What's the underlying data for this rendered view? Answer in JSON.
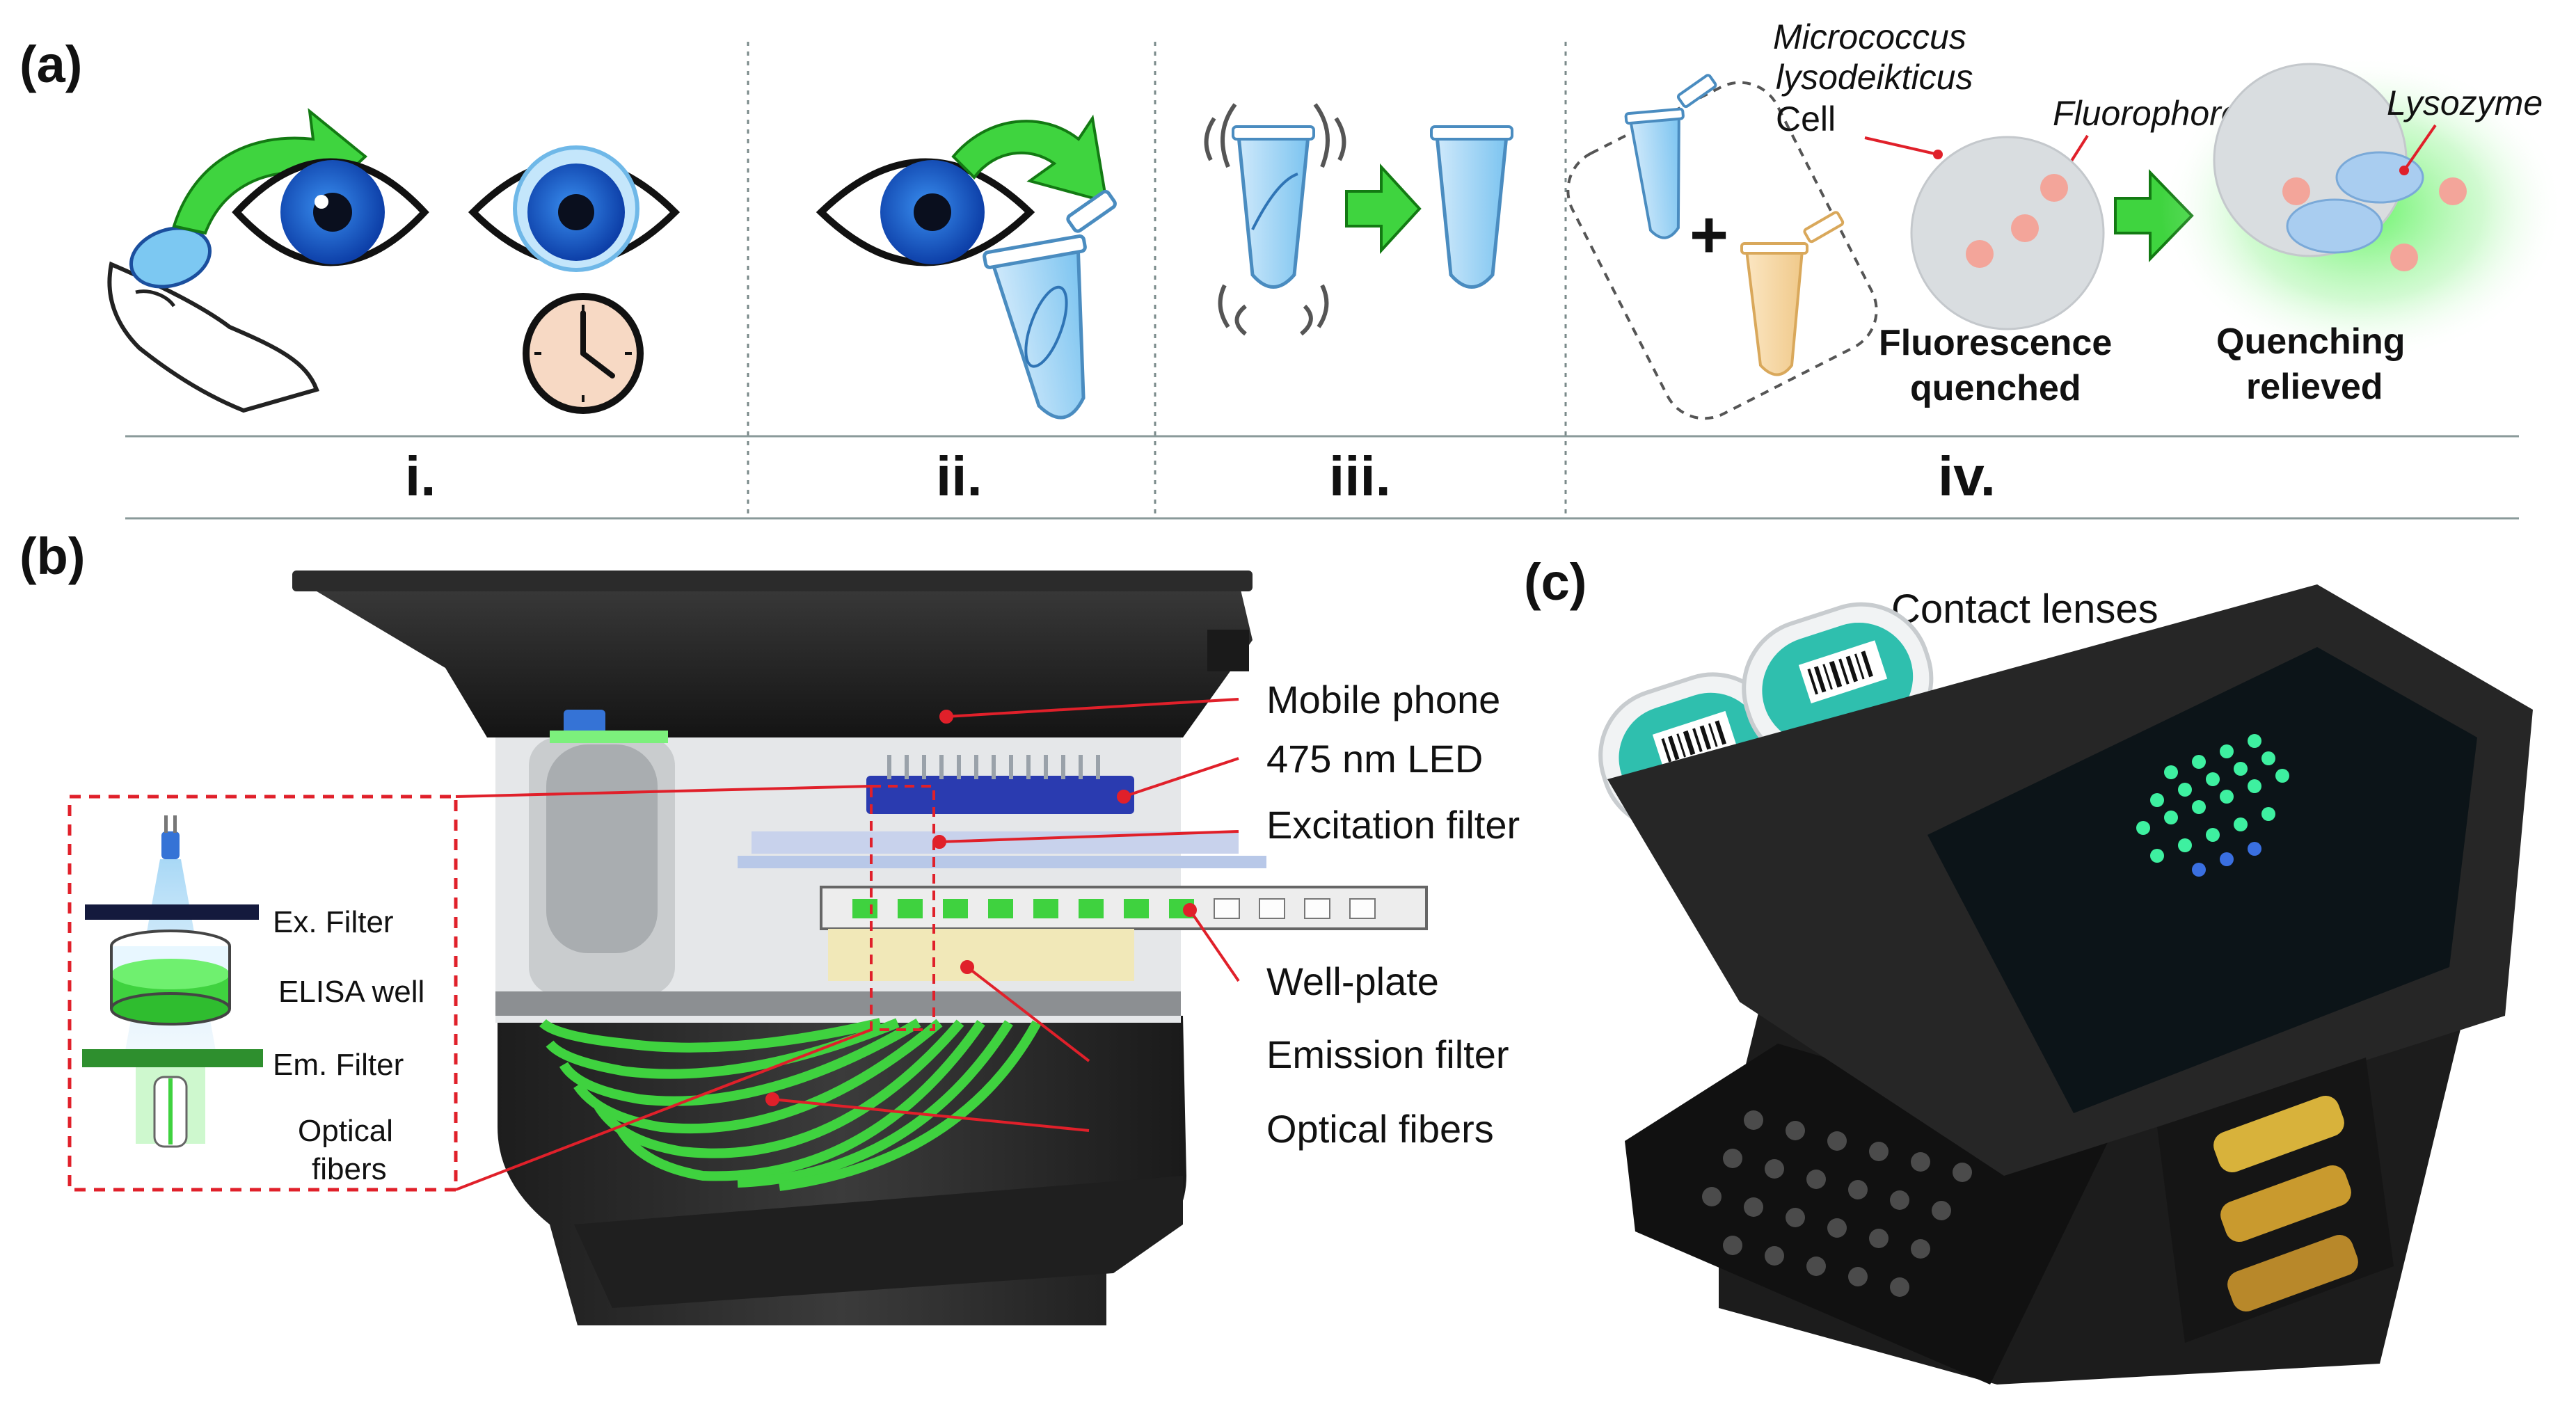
{
  "panel_a": {
    "label": "(a)",
    "steps": [
      "i.",
      "ii.",
      "iii.",
      "iv."
    ],
    "cell_label_line1": "Micrococcus",
    "cell_label_line2": "lysodeikticus",
    "cell_label_line3": "Cell",
    "fluorophore_label": "Fluorophore",
    "lysozyme_label": "Lysozyme",
    "state_quenched_line1": "Fluorescence",
    "state_quenched_line2": "quenched",
    "state_relieved_line1": "Quenching",
    "state_relieved_line2": "relieved",
    "plus_sign": "+"
  },
  "panel_b": {
    "label": "(b)",
    "callouts": [
      "Mobile phone",
      "475 nm LED",
      "Excitation filter",
      "Well-plate",
      "Emission filter",
      "Optical fibers"
    ],
    "inset": {
      "ex_filter": "Ex. Filter",
      "elisa_well": "ELISA well",
      "em_filter": "Em. Filter",
      "optical_line1": "Optical",
      "optical_line2": "fibers"
    }
  },
  "panel_c": {
    "label": "(c)",
    "contact_lenses_label": "Contact lenses"
  },
  "colors": {
    "green_arrow": "#3fd43f",
    "eye_iris": "#1e63d6",
    "callout_red": "#e0202a",
    "fluorophore_pink": "#f3a59a",
    "lysozyme_blue": "#a9cdf0",
    "fiber_green": "#3fd23f",
    "device_dark": "#2a2a2a"
  }
}
